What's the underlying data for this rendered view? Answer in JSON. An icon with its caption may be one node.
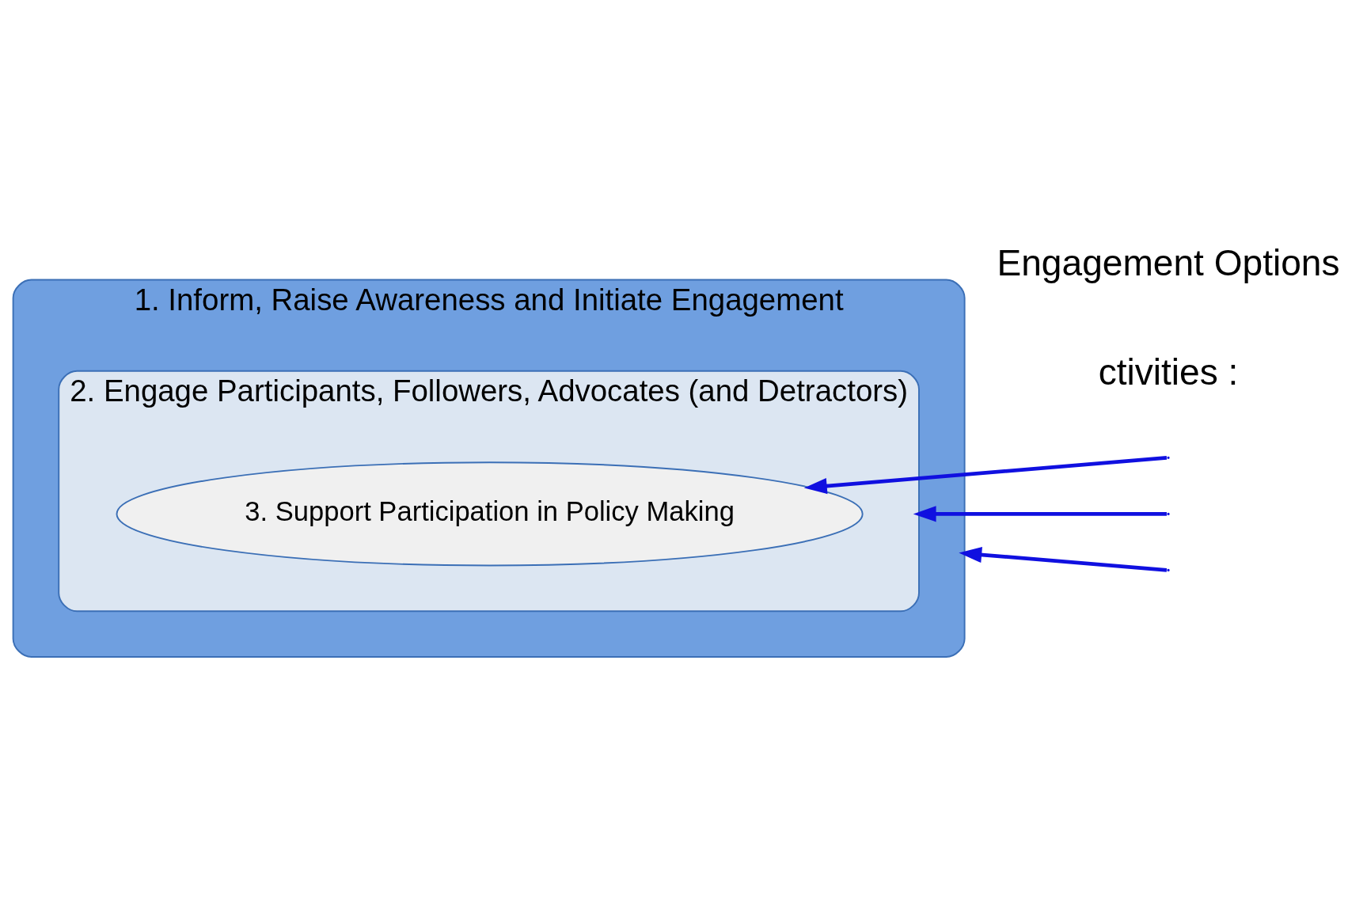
{
  "diagram": {
    "nodes": [
      {
        "text": [
          "1. Inform, Raise Awareness and Initiate Engagement"
        ]
      },
      {
        "text": [
          "2. Engage Participants, Followers, Advocates (and Detractors)"
        ],
        "in": 0
      },
      {
        "text": [
          "3. Support Participation in Policy Making"
        ],
        "in": 1
      }
    ],
    "edges": [
      {
        "from": null,
        "to": 2,
        "arrow": "to"
      },
      {
        "from": null,
        "to": 1,
        "arrow": "to"
      },
      {
        "from": null,
        "to": 0,
        "arrow": "to"
      }
    ],
    "labels": [
      "ctivities :",
      "Engagement Options"
    ]
  }
}
